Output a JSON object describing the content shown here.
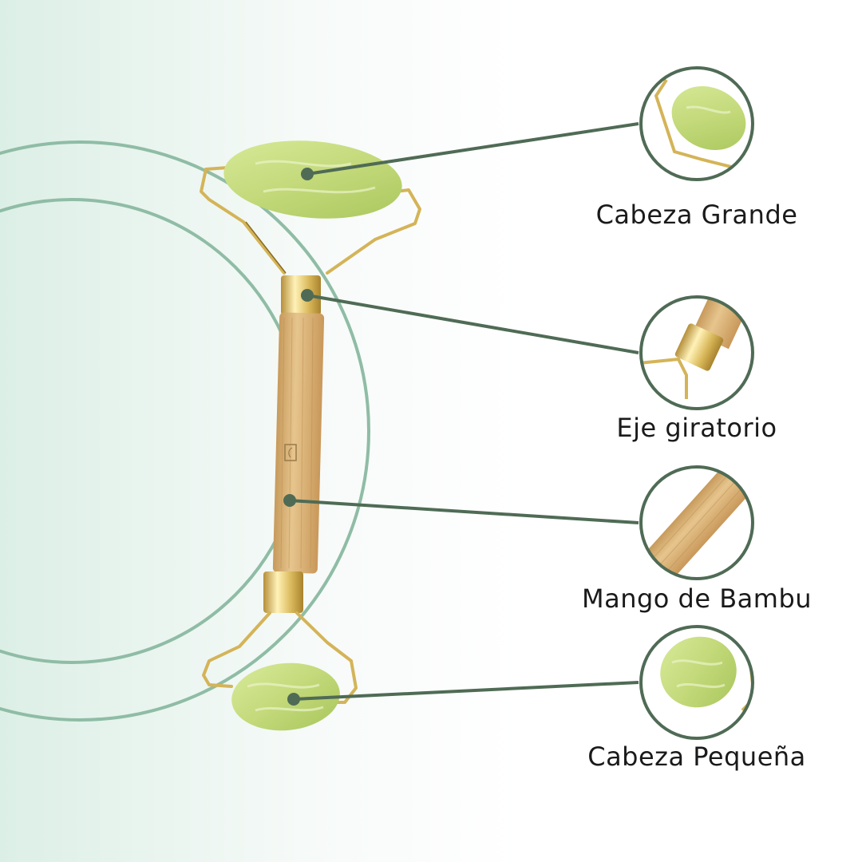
{
  "labels": {
    "big_head": "Cabeza Grande",
    "pivot": "Eje giratorio",
    "handle": "Mango de Bambu",
    "small_head": "Cabeza Pequeña"
  },
  "colors": {
    "accent_green": "#4f6b55",
    "ring_green": "#8fbca5",
    "jade": "#c3d97a",
    "jade_dark": "#9fbd4f",
    "gold": "#d9b85a",
    "bamboo": "#d9b57a",
    "background_gradient_start": "#dcefe6"
  },
  "icons": {
    "logo": "leaf-mark-icon"
  }
}
